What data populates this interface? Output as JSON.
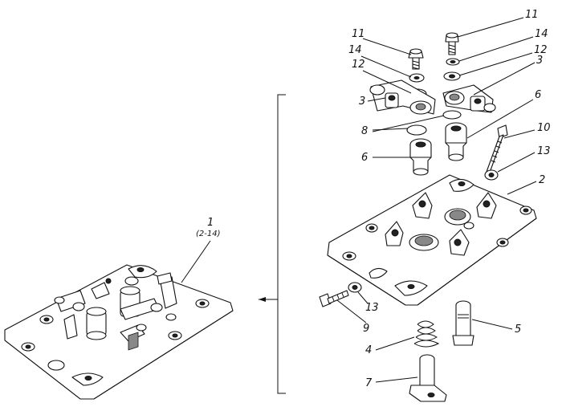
{
  "labels": {
    "1": "1",
    "1_range": "(2-14)",
    "2": "2",
    "3": "3",
    "4": "4",
    "5": "5",
    "6": "6",
    "7": "7",
    "8": "8",
    "9": "9",
    "10": "10",
    "11": "11",
    "12": "12",
    "13": "13",
    "14": "14"
  }
}
